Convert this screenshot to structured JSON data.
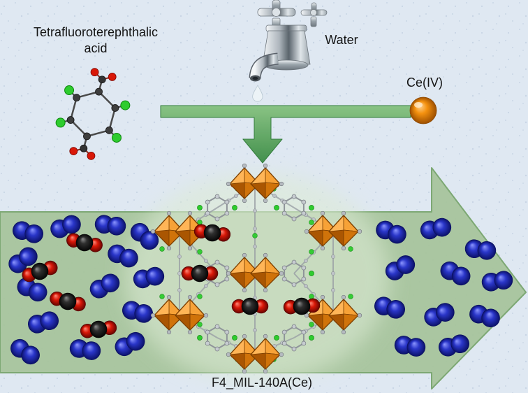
{
  "figure": {
    "type": "graphical-abstract",
    "background_color": "#dfe8f2"
  },
  "labels": {
    "reactant_line1": "Tetrafluoroterephthalic",
    "reactant_line2": "acid",
    "water": "Water",
    "cerium": "Ce(IV)",
    "product": "F4_MIL-140A(Ce)"
  },
  "colors": {
    "background": "#dfe8f2",
    "flow_arrow_green": "#a6c49c",
    "synthesis_arrow_green": "#4e9a52",
    "cerium_orange": "#f5920f",
    "cluster_orange": "#ef8c1a",
    "nitrogen_blue": "#2a36c9",
    "oxygen_red": "#d91808",
    "carbon_black": "#1f1f1f",
    "fluorine_green": "#2ecc2e",
    "framework_gray": "#9aa0a6",
    "faucet_chrome": "#aeb6bd",
    "text": "#141414"
  }
}
